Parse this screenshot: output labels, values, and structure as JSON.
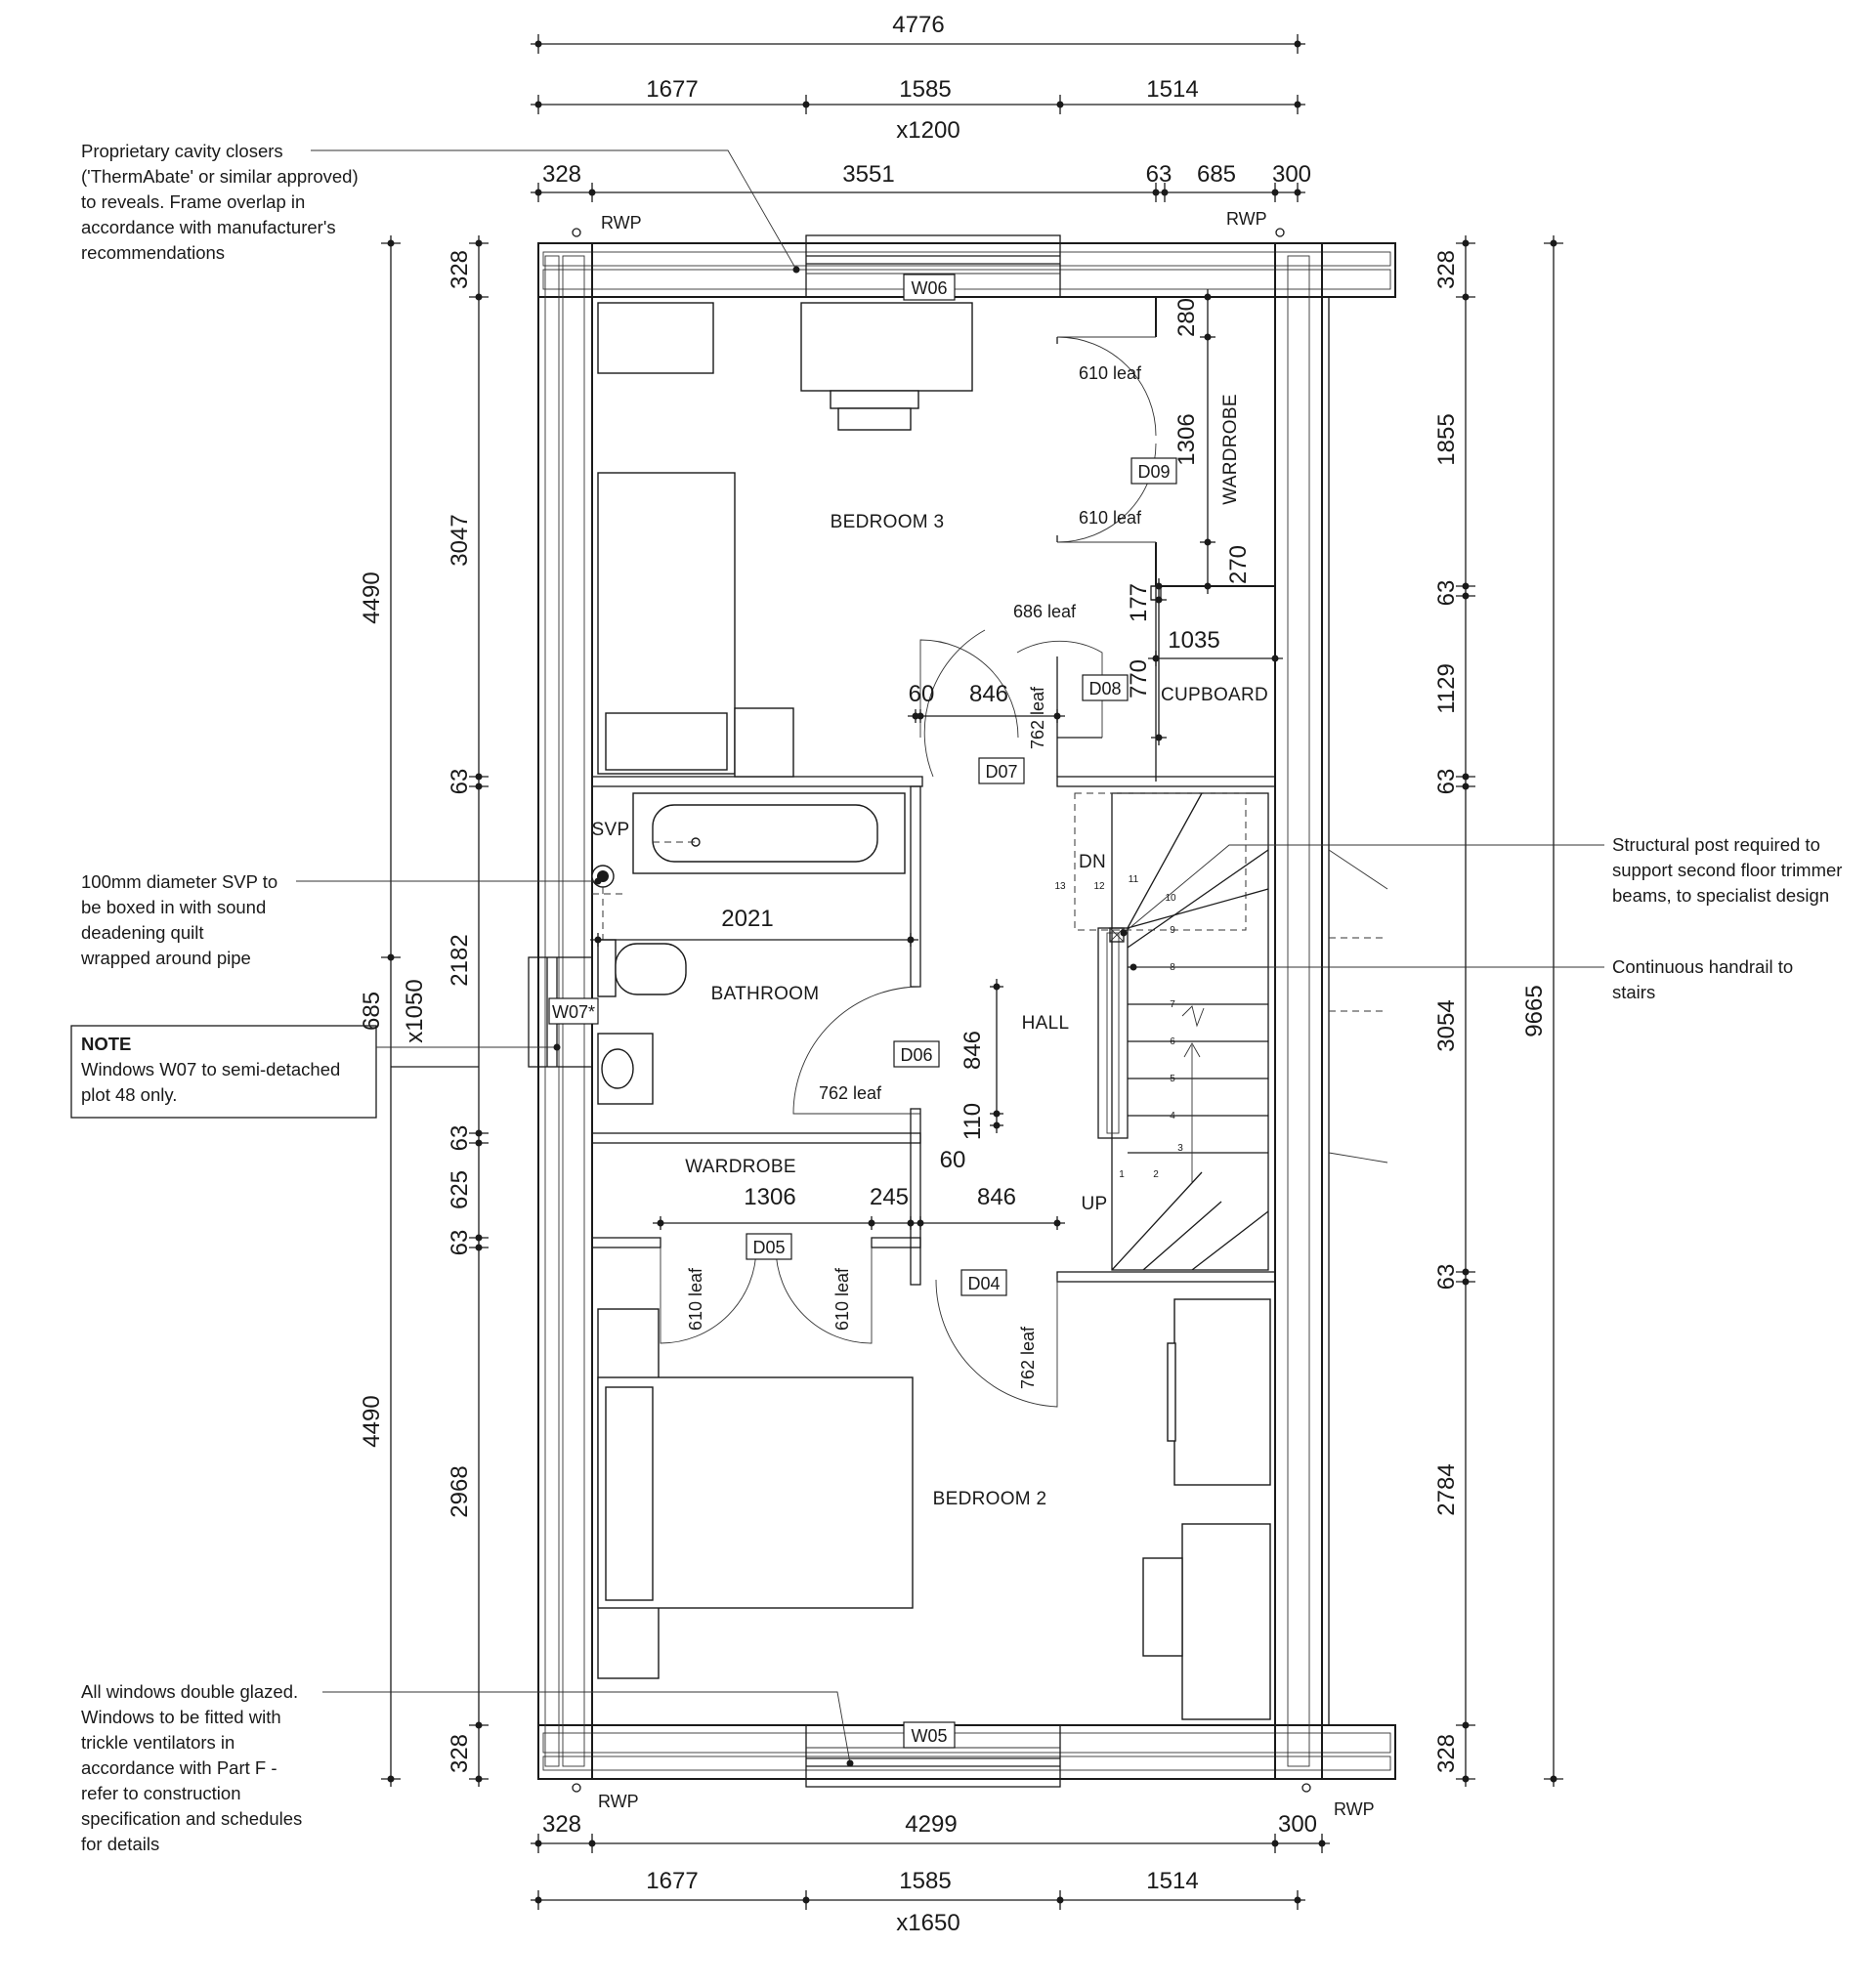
{
  "dimensions": {
    "top_overall": "4776",
    "top_seg_1": "1677",
    "top_seg_2": "1585",
    "top_seg_3": "1514",
    "top_opening": "x1200",
    "top_328": "328",
    "top_3551": "3551",
    "top_63": "63",
    "top_685": "685",
    "top_300": "300",
    "left_overall_upper": "4490",
    "left_overall_lower": "4490",
    "left_opening": "x1050",
    "left_685": "685",
    "left_328_top": "328",
    "left_3047": "3047",
    "left_63_a": "63",
    "left_2182": "2182",
    "left_63_b": "63",
    "left_625": "625",
    "left_63_c": "63",
    "left_2968": "2968",
    "left_328_bottom": "328",
    "right_overall": "9665",
    "right_328_top": "328",
    "right_1855": "1855",
    "right_63_a": "63",
    "right_1129": "1129",
    "right_63_b": "63",
    "right_3054": "3054",
    "right_63_c": "63",
    "right_2784": "2784",
    "right_328_bottom": "328",
    "bottom_328": "328",
    "bottom_4299": "4299",
    "bottom_300": "300",
    "bottom_seg_1": "1677",
    "bottom_seg_2": "1585",
    "bottom_seg_3": "1514",
    "bottom_opening": "x1650",
    "wardrobe_280": "280",
    "wardrobe_1306": "1306",
    "wardrobe_270": "270",
    "cupboard_177": "177",
    "cupboard_1035": "1035",
    "cupboard_770": "770",
    "hall_60_a": "60",
    "hall_846_a": "846",
    "bath_2021": "2021",
    "hall_846_v": "846",
    "hall_110": "110",
    "hall_60_b": "60",
    "landing_1306": "1306",
    "landing_245": "245",
    "landing_846": "846"
  },
  "rooms": {
    "bedroom3": "BEDROOM 3",
    "wardrobe_upper": "WARDROBE",
    "cupboard": "CUPBOARD",
    "bathroom": "BATHROOM",
    "hall": "HALL",
    "wardrobe_lower": "WARDROBE",
    "bedroom2": "BEDROOM 2",
    "svp": "SVP",
    "dn": "DN",
    "up": "UP"
  },
  "doors": {
    "w06": "W06",
    "d09": "D09",
    "d08": "D08",
    "d07": "D07",
    "w07": "W07*",
    "d06": "D06",
    "d05": "D05",
    "d04": "D04",
    "w05": "W05",
    "leaf_610_a": "610 leaf",
    "leaf_610_b": "610 leaf",
    "leaf_686": "686 leaf",
    "leaf_762_a": "762 leaf",
    "leaf_762_b": "762 leaf",
    "leaf_610_c": "610 leaf",
    "leaf_610_d": "610 leaf",
    "leaf_762_c": "762 leaf"
  },
  "rwp": {
    "top_left": "RWP",
    "top_right": "RWP",
    "bottom_left": "RWP",
    "bottom_right": "RWP"
  },
  "stairs": {
    "steps": [
      "1",
      "2",
      "3",
      "4",
      "5",
      "6",
      "7",
      "8",
      "9",
      "10",
      "11",
      "12",
      "13"
    ]
  },
  "notes": {
    "cavity": [
      "Proprietary cavity closers",
      "('ThermAbate' or similar approved)",
      "to reveals. Frame overlap in",
      "accordance with manufacturer's",
      "recommendations"
    ],
    "svp": [
      "100mm diameter SVP to",
      "be boxed in with sound",
      "deadening quilt",
      "wrapped around pipe"
    ],
    "note_title": "NOTE",
    "note_body": [
      "Windows W07 to semi-detached",
      "plot 48 only."
    ],
    "glazing": [
      "All windows double glazed.",
      "Windows to be fitted with",
      "trickle ventilators in",
      "accordance with Part F -",
      "refer to construction",
      "specification and schedules",
      "for details"
    ],
    "post": [
      "Structural post required to",
      "support second floor trimmer",
      "beams, to specialist design"
    ],
    "handrail": [
      "Continuous handrail to",
      "stairs"
    ]
  }
}
